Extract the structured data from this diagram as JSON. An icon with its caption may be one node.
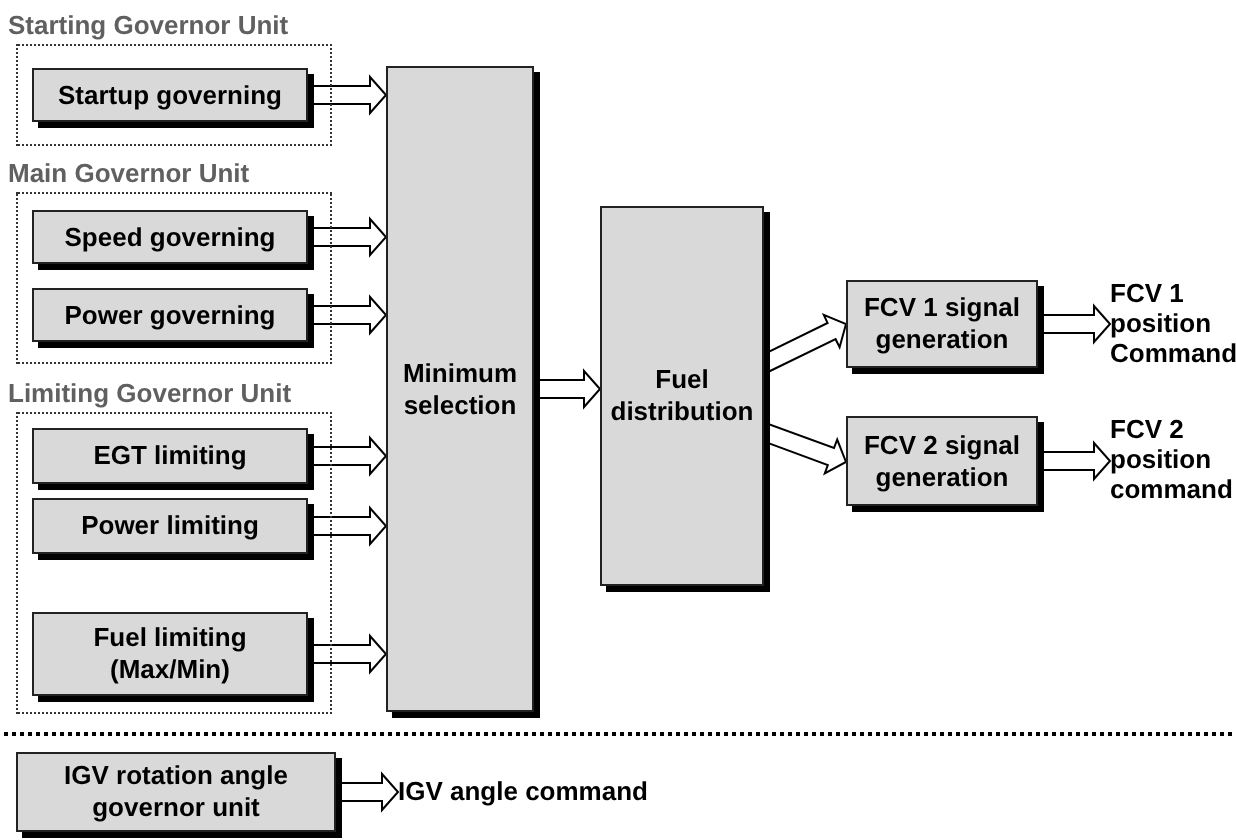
{
  "diagram": {
    "nodes": [
      {
        "text": [
          "Starting Governor Unit"
        ]
      },
      {
        "text": [
          "Startup governing"
        ],
        "in": 0
      },
      {
        "text": [
          "Main Governor Unit"
        ]
      },
      {
        "text": [
          "Speed governing"
        ],
        "in": 2
      },
      {
        "text": [
          "Power governing"
        ],
        "in": 2
      },
      {
        "text": [
          "Limiting Governor Unit"
        ]
      },
      {
        "text": [
          "EGT limiting"
        ],
        "in": 5
      },
      {
        "text": [
          "Power limiting"
        ],
        "in": 5
      },
      {
        "text": [
          "Fuel limiting (Max/Min)"
        ],
        "in": 5
      },
      {
        "text": [
          "Minimum selection"
        ]
      },
      {
        "text": [
          "Fuel distribution"
        ]
      },
      {
        "text": [
          "FCV 1 signal generation"
        ]
      },
      {
        "text": [
          "FCV 2 signal generation"
        ]
      },
      {
        "text": [
          "FCV 1 position Command"
        ]
      },
      {
        "text": [
          "FCV 2 position command"
        ]
      },
      {
        "text": [
          "IGV rotation angle governor unit"
        ]
      },
      {
        "text": [
          "IGV angle command"
        ]
      }
    ],
    "edges": [
      {
        "from": 1,
        "to": 9,
        "arrow": "to"
      },
      {
        "from": 3,
        "to": 9,
        "arrow": "to"
      },
      {
        "from": 4,
        "to": 9,
        "arrow": "to"
      },
      {
        "from": 6,
        "to": 9,
        "arrow": "to"
      },
      {
        "from": 7,
        "to": 9,
        "arrow": "to"
      },
      {
        "from": 8,
        "to": 9,
        "arrow": "to"
      },
      {
        "from": 9,
        "to": 10,
        "arrow": "to"
      },
      {
        "from": 10,
        "to": 11,
        "arrow": "to"
      },
      {
        "from": 10,
        "to": 12,
        "arrow": "to"
      },
      {
        "from": 11,
        "to": 13,
        "arrow": "to"
      },
      {
        "from": 12,
        "to": 14,
        "arrow": "to"
      },
      {
        "from": 15,
        "to": 16,
        "arrow": "to"
      }
    ]
  }
}
